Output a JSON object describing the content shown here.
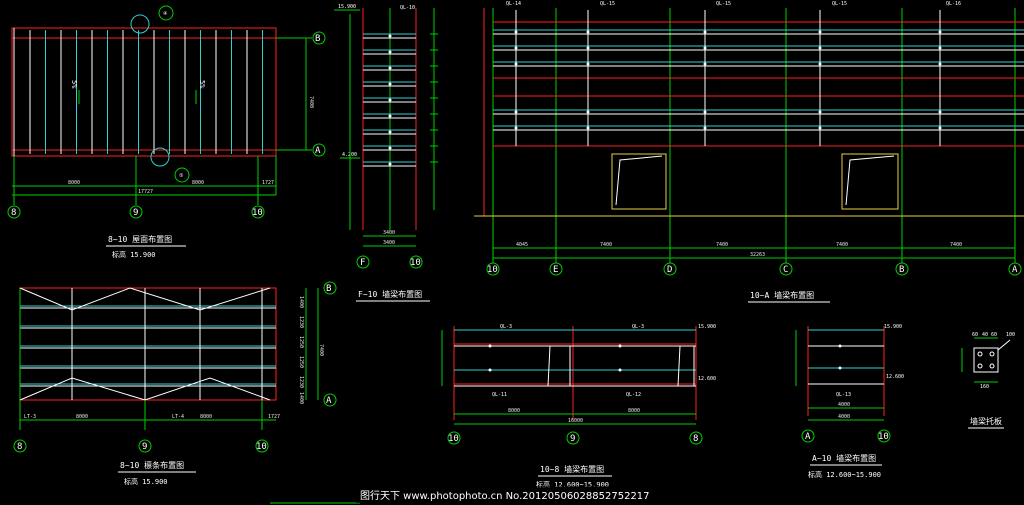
{
  "panel1": {
    "title": "8~10 屋面布置图",
    "elevation": "标高 15.900",
    "slope_label": "5%",
    "axes": [
      "8",
      "9",
      "10",
      "A",
      "B"
    ],
    "marker_labels": [
      "④",
      "⑤"
    ],
    "dims_bottom": [
      "8000",
      "8000",
      "1727"
    ],
    "dim_total": "17727",
    "dim_side": "7400"
  },
  "panel2": {
    "title": "F~10 墙梁布置图",
    "beam_tag": "QL-10",
    "elevation_top": "15.900",
    "elevation_mid": "4.200",
    "dims_bottom": [
      "3400",
      "3400"
    ],
    "axes": [
      "F",
      "10"
    ]
  },
  "panel3": {
    "title": "10~A 墙梁布置图",
    "beam_tags": [
      "QL-14",
      "QL-15",
      "QL-15",
      "QL-15",
      "QL-16"
    ],
    "dims_bottom": [
      "4045",
      "7400",
      "7400",
      "7400",
      "7400"
    ],
    "dim_total": "32263",
    "axes": [
      "10",
      "E",
      "D",
      "C",
      "B",
      "A"
    ]
  },
  "panel4": {
    "title": "8~10 檩条布置图",
    "elevation": "标高 15.900",
    "tags": [
      "LT-3",
      "LT-4"
    ],
    "dims_bottom": [
      "8000",
      "8000",
      "1727"
    ],
    "dims_side": [
      "1400",
      "1230",
      "1250",
      "1250",
      "1230",
      "1400"
    ],
    "dim_total": "7400",
    "axes": [
      "8",
      "9",
      "10",
      "A",
      "B"
    ]
  },
  "panel5": {
    "title": "10~8 墙梁布置图",
    "elevation": "标高 12.600~15.900",
    "tags_top": [
      "QL-3",
      "QL-3"
    ],
    "tags_bottom": [
      "QL-11",
      "QL-12"
    ],
    "elev_top": "15.900",
    "elev_mid": "12.600",
    "dims_bottom": [
      "8000",
      "8000"
    ],
    "dim_total": "16000",
    "axes": [
      "10",
      "9",
      "8"
    ]
  },
  "panel6": {
    "title": "A~10 墙梁布置图",
    "elevation": "标高 12.600~15.900",
    "tag": "QL-13",
    "elev_top": "15.900",
    "elev_mid": "12.600",
    "dims_bottom": [
      "4000",
      "4000"
    ],
    "axes": [
      "A",
      "10"
    ]
  },
  "panel7": {
    "title": "墙梁托板",
    "dims": [
      "60",
      "40",
      "60",
      "160",
      "100"
    ]
  },
  "watermark": "图行天下 www.photophoto.cn  No.20120506028852752217"
}
